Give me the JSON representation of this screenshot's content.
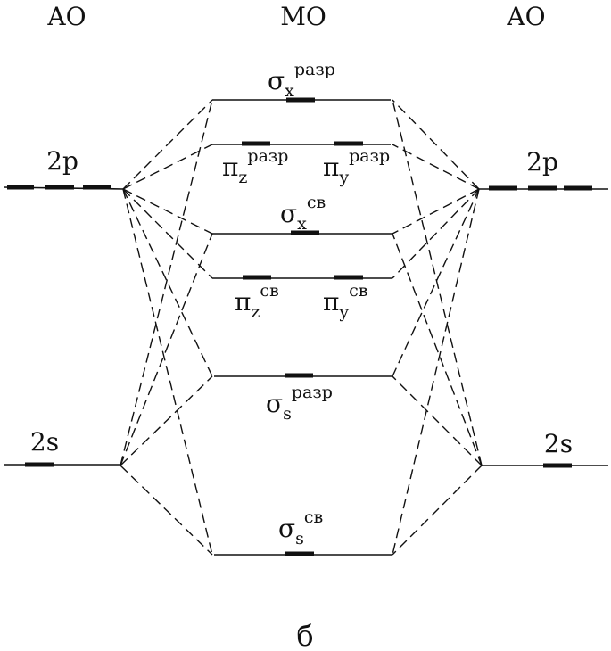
{
  "headers": {
    "left": "AO",
    "center": "MO",
    "right": "AO"
  },
  "caption": "б",
  "ao_left": [
    {
      "id": "2p",
      "label": "2p"
    },
    {
      "id": "2s",
      "label": "2s"
    }
  ],
  "ao_right": [
    {
      "id": "2p",
      "label": "2p"
    },
    {
      "id": "2s",
      "label": "2s"
    }
  ],
  "mo_labels": {
    "sigma_x_razr": {
      "base": "σ",
      "sub": "x",
      "sup": "разр"
    },
    "pi_z_razr": {
      "base": "π",
      "sub": "z",
      "sup": "разр"
    },
    "pi_y_razr": {
      "base": "π",
      "sub": "y",
      "sup": "разр"
    },
    "sigma_x_sv": {
      "base": "σ",
      "sub": "x",
      "sup": "св"
    },
    "pi_z_sv": {
      "base": "π",
      "sub": "z",
      "sup": "св"
    },
    "pi_y_sv": {
      "base": "π",
      "sub": "y",
      "sup": "св"
    },
    "sigma_s_razr": {
      "base": "σ",
      "sub": "s",
      "sup": "разр"
    },
    "sigma_s_sv": {
      "base": "σ",
      "sub": "s",
      "sup": "св"
    }
  }
}
